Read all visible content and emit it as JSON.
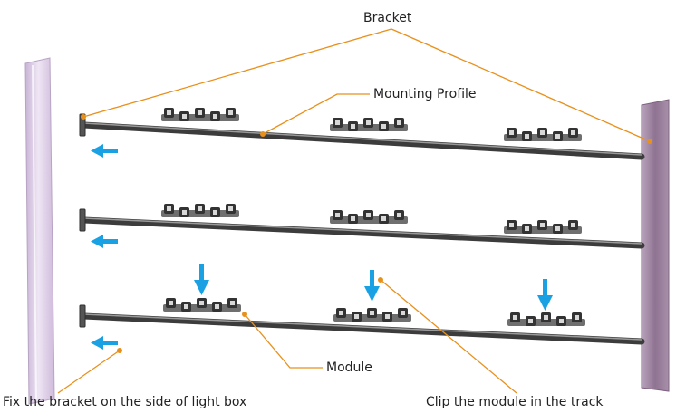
{
  "labels": {
    "bracket": "Bracket",
    "mounting_profile": "Mounting Profile",
    "module": "Module",
    "fix_bracket": "Fix the bracket on the side of light box",
    "clip_module": "Clip the module in the track"
  },
  "colors": {
    "leader_line": "#e8901c",
    "arrow": "#1aa1e3",
    "left_panel": "#d9c7e2",
    "right_panel": "#9a7f9c",
    "rail": "#4f4f4f",
    "module": "#3a3a3a"
  },
  "icons": {
    "insert_arrow": "arrow-left-icon",
    "clip_arrow": "arrow-down-icon"
  }
}
